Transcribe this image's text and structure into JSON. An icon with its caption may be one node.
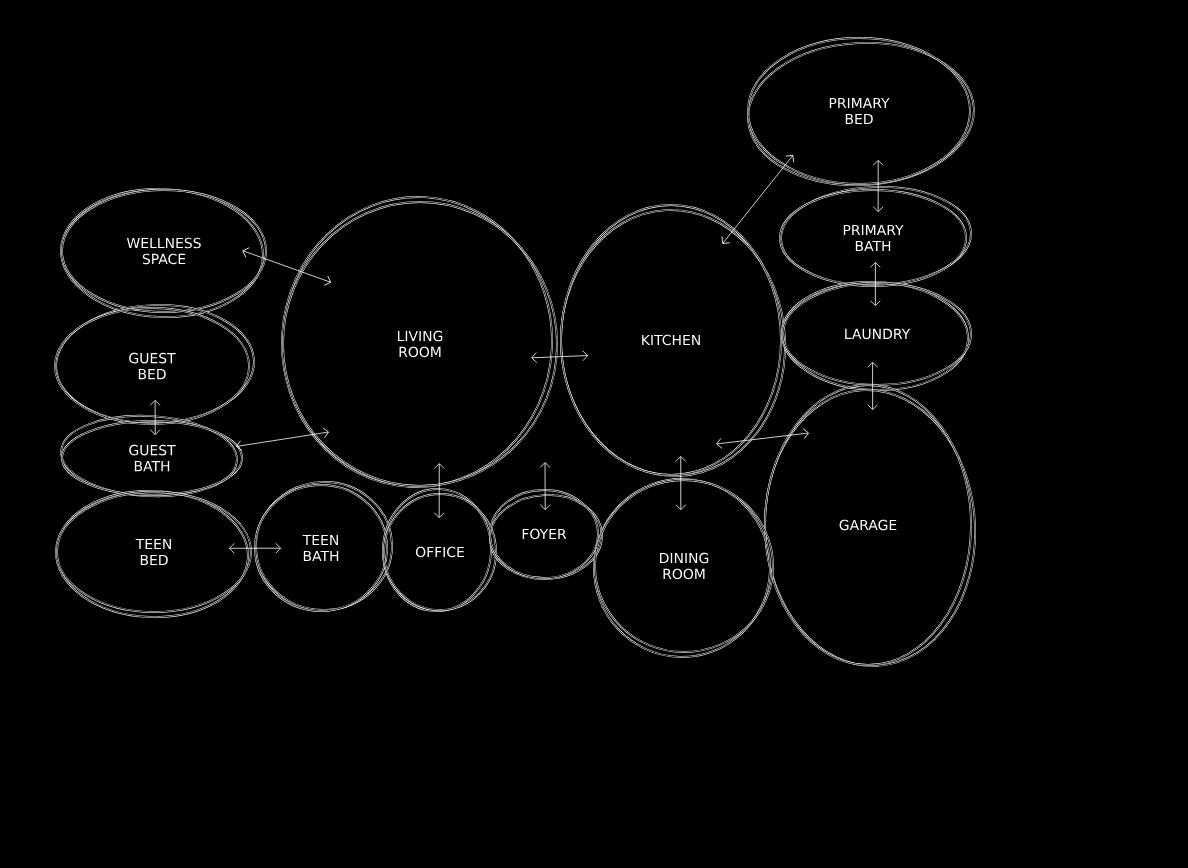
{
  "diagram": {
    "nodes": [
      {
        "text": [
          "PRIMARY BED"
        ]
      },
      {
        "text": [
          "WELLNESS SPACE"
        ]
      },
      {
        "text": [
          "PRIMARY BATH"
        ]
      },
      {
        "text": [
          "LIVING ROOM"
        ]
      },
      {
        "text": [
          "KITCHEN"
        ]
      },
      {
        "text": [
          "LAUNDRY"
        ]
      },
      {
        "text": [
          "GUEST BED"
        ]
      },
      {
        "text": [
          "GUEST BATH"
        ]
      },
      {
        "text": [
          "GARAGE"
        ]
      },
      {
        "text": [
          "TEEN BED"
        ]
      },
      {
        "text": [
          "TEEN BATH"
        ]
      },
      {
        "text": [
          "OFFICE"
        ]
      },
      {
        "text": [
          "FOYER"
        ]
      },
      {
        "text": [
          "DINING ROOM"
        ]
      }
    ],
    "edges": [
      {
        "from": 1,
        "to": 3,
        "arrow": "both"
      },
      {
        "from": 6,
        "to": 7,
        "arrow": "both"
      },
      {
        "from": 7,
        "to": 3,
        "arrow": "both"
      },
      {
        "from": 9,
        "to": 10,
        "arrow": "both"
      },
      {
        "from": 3,
        "to": 4,
        "arrow": "both"
      },
      {
        "from": 3,
        "to": 11,
        "arrow": "both"
      },
      {
        "from": null,
        "to": 12,
        "arrow": "both"
      },
      {
        "from": 4,
        "to": 0,
        "arrow": "both"
      },
      {
        "from": 0,
        "to": 2,
        "arrow": "both"
      },
      {
        "from": 2,
        "to": 5,
        "arrow": "both"
      },
      {
        "from": 5,
        "to": 8,
        "arrow": "both"
      },
      {
        "from": 4,
        "to": 8,
        "arrow": "both"
      },
      {
        "from": 4,
        "to": 13,
        "arrow": "both"
      }
    ]
  }
}
